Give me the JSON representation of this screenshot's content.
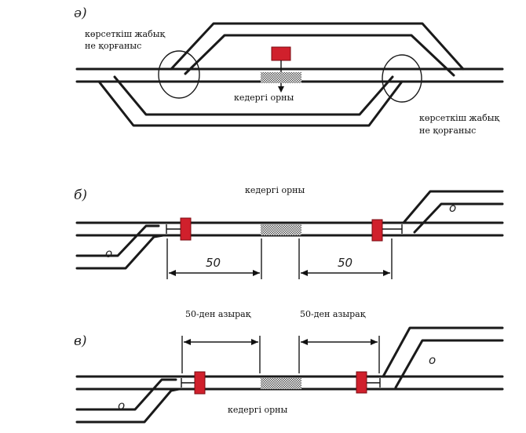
{
  "diagram": {
    "accent_color": "#d0202c",
    "obstacle_hatch_color": "#666666",
    "panel_a": {
      "letter": "ә)",
      "label_switch_top": "көрсеткіш жабық",
      "label_switch_top2": "не қорғаныс",
      "label_obstacle": "кедергі орны",
      "label_switch_bottom": "көрсеткіш жабық",
      "label_switch_bottom2": "не қорғаныс"
    },
    "panel_b": {
      "letter": "б)",
      "label_obstacle": "кедергі орны",
      "dim_left": "50",
      "dim_right": "50",
      "circle_left": "о",
      "circle_right": "о"
    },
    "panel_c": {
      "letter": "в)",
      "dim_left": "50-ден азырақ",
      "dim_right": "50-ден азырақ",
      "label_obstacle": "кедергі орны",
      "circle_left": "о",
      "circle_right": "о"
    }
  }
}
